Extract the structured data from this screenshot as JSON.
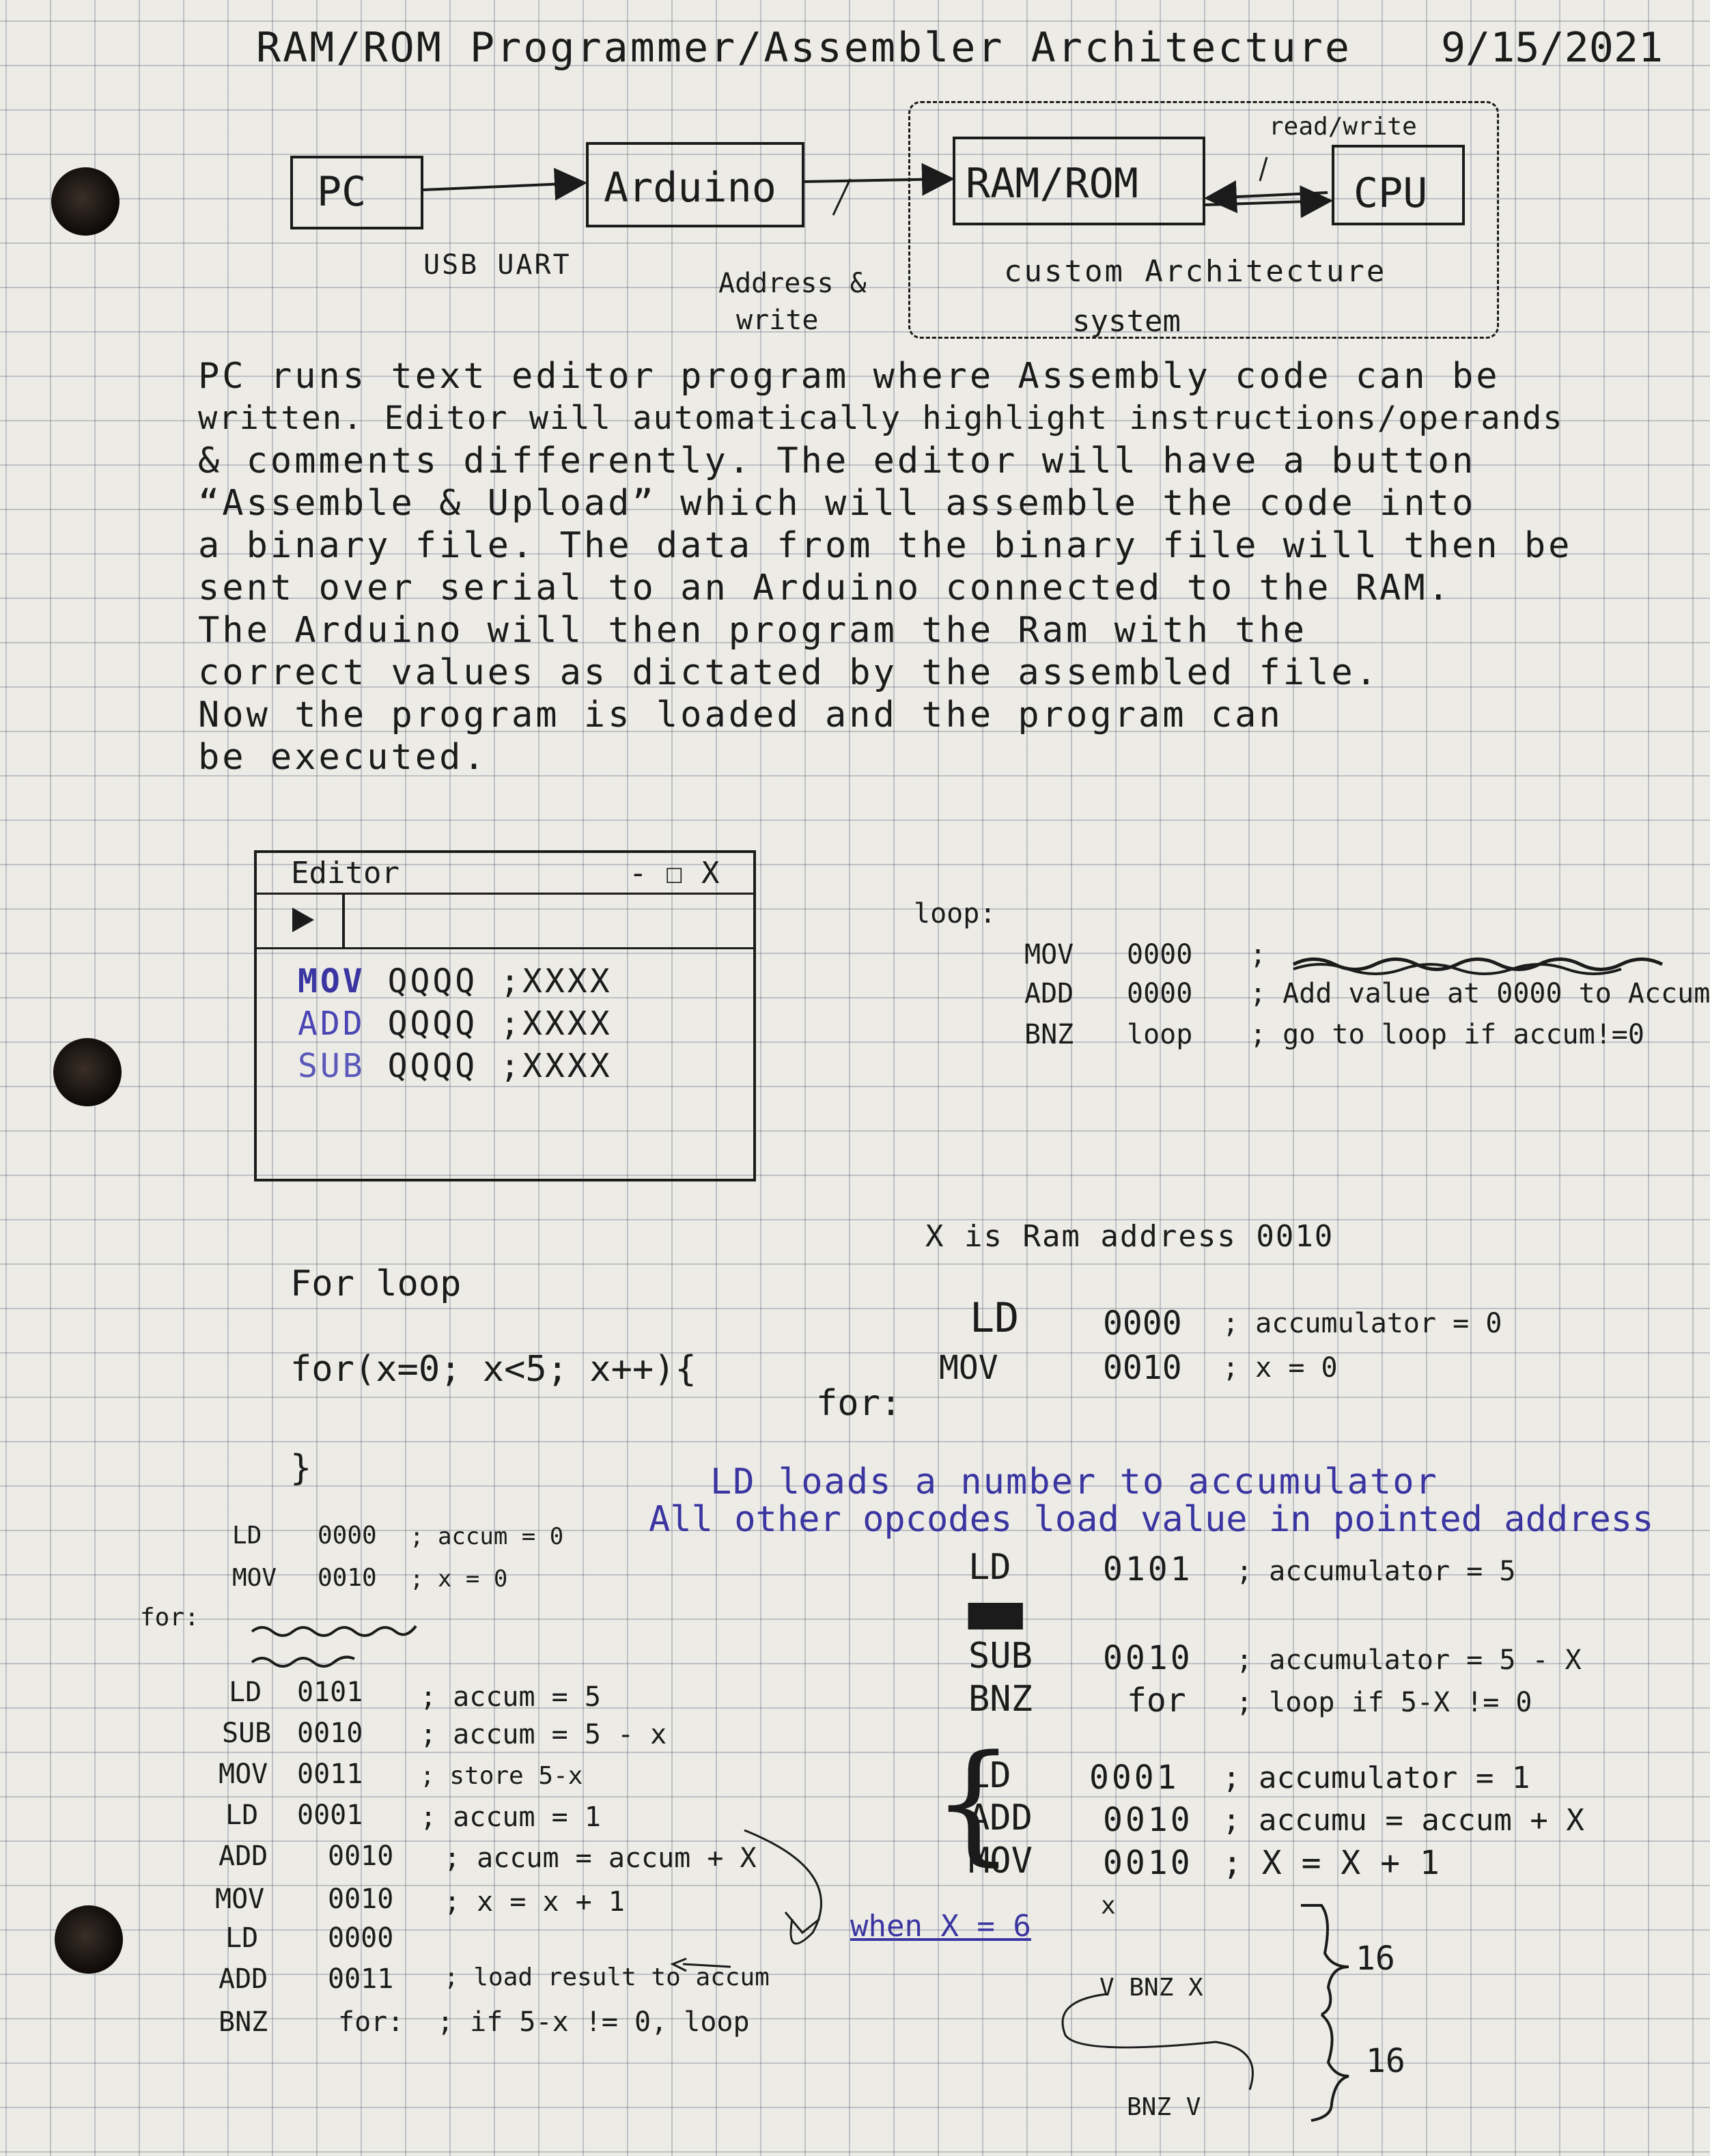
{
  "header": {
    "title": "RAM/ROM Programmer/Assembler Architecture",
    "date": "9/15/2021"
  },
  "diagram": {
    "pc": "PC",
    "arduino": "Arduino",
    "ramrom": "RAM/ROM",
    "cpu": "CPU",
    "usb_label": "USB UART",
    "address_label_1": "Address &",
    "address_label_2": "write",
    "readwrite_label": "read/write",
    "custom_label_1": "custom Architecture",
    "custom_label_2": "system"
  },
  "paragraph": [
    "PC runs text editor program where Assembly code can be",
    "written. Editor will automatically highlight instructions/operands",
    "& comments differently. The editor will have a button",
    "“Assemble & Upload” which will assemble the code into",
    "a binary file. The data from the binary file will then be",
    "sent over serial to an Arduino connected to the RAM.",
    "The Arduino will then program the Ram with the",
    "correct values as dictated by the assembled file.",
    "Now the program is loaded and the program can",
    "be executed."
  ],
  "editor": {
    "title": "Editor",
    "window_controls": "- ☐ X",
    "run_icon": "play-icon",
    "rows": [
      {
        "op": "MOV",
        "arg": "QQQQ",
        "comment": ";XXXX"
      },
      {
        "op": "ADD",
        "arg": "QQQQ",
        "comment": ";XXXX"
      },
      {
        "op": "SUB",
        "arg": "QQQQ",
        "comment": ";XXXX"
      }
    ],
    "colors": {
      "mov": "#3a35a0",
      "add": "#4a45b5",
      "sub": "#5a58b8"
    }
  },
  "loop_example": {
    "label": "loop:",
    "rows": [
      {
        "op": "MOV",
        "arg": "0000",
        "comment": ";"
      },
      {
        "op": "ADD",
        "arg": "0000",
        "comment": "; Add value at 0000 to Accum"
      },
      {
        "op": "BNZ",
        "arg": "loop",
        "comment": "; go to loop if accum!=0"
      }
    ]
  },
  "for_loop": {
    "heading": "For loop",
    "code_open": "for(x=0; x<5; x++){",
    "code_close": "}"
  },
  "x_note": "X is Ram address 0010",
  "init_code": [
    {
      "op": "LD",
      "arg": "0000",
      "comment": "; accumulator = 0"
    },
    {
      "op": "MOV",
      "arg": "0010",
      "comment": "; x = 0"
    }
  ],
  "for_label": "for:",
  "blue_note": {
    "line1": "LD loads a number to accumulator",
    "line2": "All other opcodes load value in pointed address"
  },
  "right_block": [
    {
      "op": "LD",
      "arg": "0101",
      "comment": "; accumulator = 5"
    },
    {
      "op": "SUB",
      "arg": "0010",
      "comment": "; accumulator = 5 - X"
    },
    {
      "op": "BNZ",
      "arg": "for",
      "comment": "; loop if 5-X != 0"
    }
  ],
  "right_block2": [
    {
      "op": "LD",
      "arg": "0001",
      "comment": "; accumulator = 1"
    },
    {
      "op": "ADD",
      "arg": "0010",
      "comment": "; accumu = accum + X"
    },
    {
      "op": "MOV",
      "arg": "0010",
      "comment": "; X = X + 1"
    }
  ],
  "left_code": [
    {
      "op": "LD",
      "arg": "0000",
      "comment": "; accum = 0"
    },
    {
      "op": "MOV",
      "arg": "0010",
      "comment": "; x = 0"
    }
  ],
  "left_for": "for:",
  "left_block": [
    {
      "op": "LD",
      "arg": "0101",
      "comment": "; accum = 5"
    },
    {
      "op": "SUB",
      "arg": "0010",
      "comment": "; accum = 5 - x"
    },
    {
      "op": "MOV",
      "arg": "0011",
      "comment": "; store 5-x"
    },
    {
      "op": "LD",
      "arg": "0001",
      "comment": "; accum = 1"
    },
    {
      "op": "ADD",
      "arg": "0010",
      "comment": "; accum = accum + X"
    },
    {
      "op": "MOV",
      "arg": "0010",
      "comment": "; x = x + 1"
    },
    {
      "op": "LD",
      "arg": "0000",
      "comment": ""
    },
    {
      "op": "ADD",
      "arg": "0011",
      "comment": "; load result to accum"
    },
    {
      "op": "BNZ",
      "arg": "for:",
      "comment": "; if 5-x != 0, loop"
    }
  ],
  "when_note": "when X = 6",
  "bottom_notes": {
    "x_mark": "x",
    "bnz_x": "V BNZ X",
    "bnz_v": "BNZ V",
    "count1": "16",
    "count2": "16"
  }
}
